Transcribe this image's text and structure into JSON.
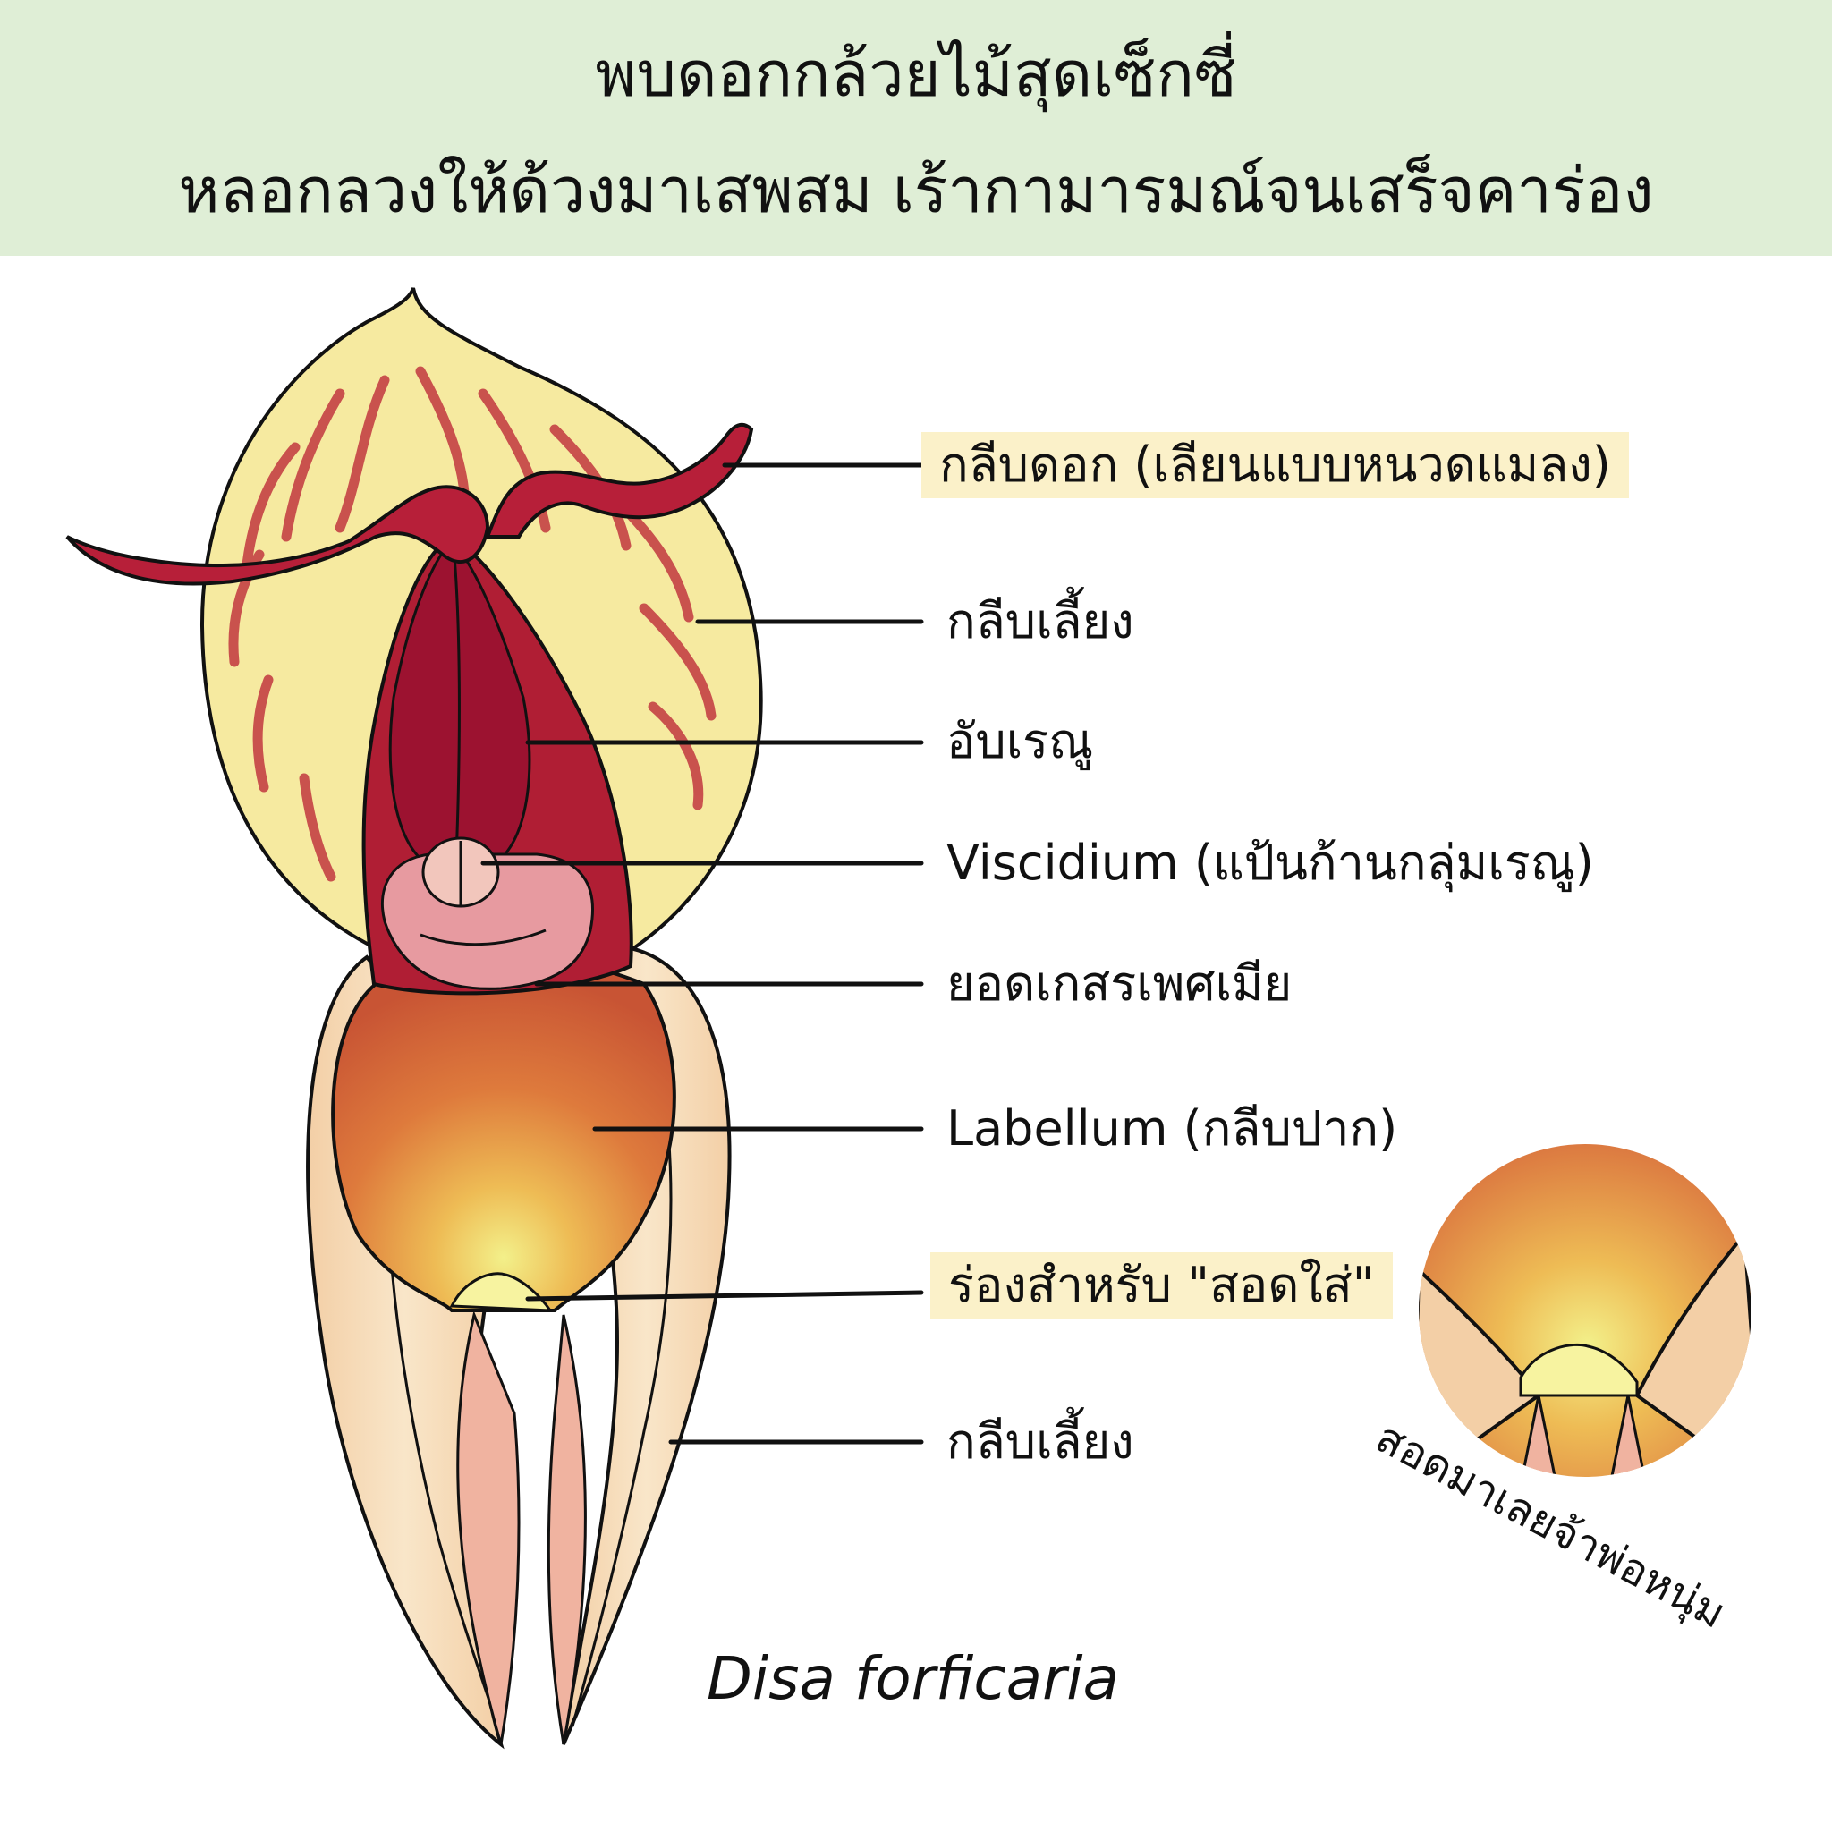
{
  "title": {
    "line1": "พบดอกกล้วยไม้สุดเซ็กซี่",
    "line2": "หลอกลวงให้ด้วงมาเสพสม เร้ากามารมณ์จนเสร็จคาร่อง"
  },
  "labels": {
    "petal": "กลีบดอก (เลียนแบบหนวดแมลง)",
    "sepal_top": "กลีบเลี้ยง",
    "anther": "อับเรณู",
    "viscidium": "Viscidium (แป้นก้านกลุ่มเรณู)",
    "stigma": "ยอดเกสรเพศเมีย",
    "labellum": "Labellum (กลีบปาก)",
    "groove": "ร่องสำหรับ \"สอดใส่\"",
    "sepal_bottom": "กลีบเลี้ยง"
  },
  "species": "Disa forficaria",
  "inset_caption": "สอดมาเลยจ้าพ่อหนุ่ม",
  "colors": {
    "header_bg": "#dfeed6",
    "highlight": "#fbf1c9",
    "sepal_yellow": "#f6eaa0",
    "stripe_red": "#c2383f",
    "anther_red": "#a3152e",
    "labellum_orange": "#e07a3a",
    "lower_sepal": "#f5d9b4"
  }
}
